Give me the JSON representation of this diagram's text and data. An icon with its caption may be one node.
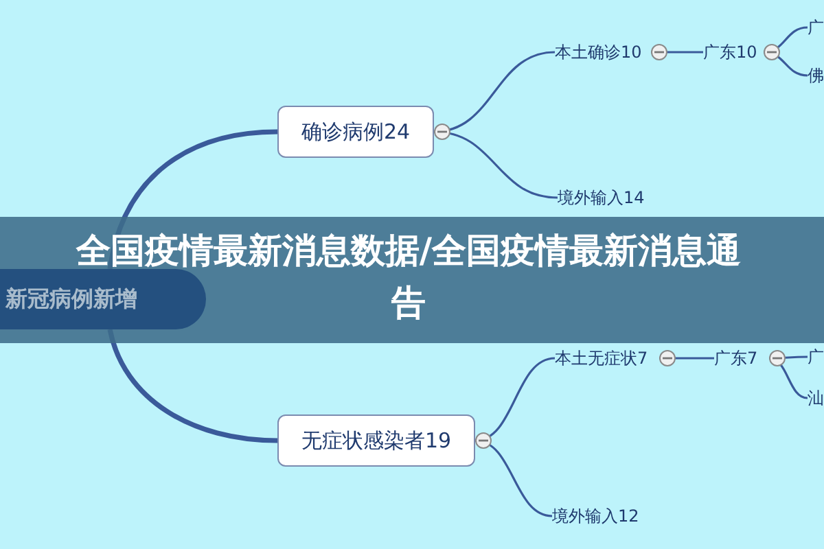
{
  "diagram": {
    "title": "全国疫情最新消息数据/全国疫情最新消息通告",
    "nodes": [
      {
        "text": [
          "新冠病例新增"
        ]
      },
      {
        "text": [
          "确诊病例24"
        ]
      },
      {
        "text": [
          "本土确诊10"
        ]
      },
      {
        "text": [
          "广东10"
        ]
      },
      {
        "text": [
          "广"
        ]
      },
      {
        "text": [
          "佛"
        ]
      },
      {
        "text": [
          "境外输入14"
        ]
      },
      {
        "text": [
          "无症状感染者19"
        ]
      },
      {
        "text": [
          "本土无症状7"
        ]
      },
      {
        "text": [
          "广东7"
        ]
      },
      {
        "text": [
          "广"
        ]
      },
      {
        "text": [
          "汕"
        ]
      },
      {
        "text": [
          "境外输入12"
        ]
      }
    ],
    "edges": [
      {
        "from": 0,
        "to": 1,
        "arrow": "none",
        "style": "thick"
      },
      {
        "from": 0,
        "to": 7,
        "arrow": "none",
        "style": "thick"
      },
      {
        "from": 1,
        "to": 2,
        "arrow": "none"
      },
      {
        "from": 1,
        "to": 6,
        "arrow": "none"
      },
      {
        "from": 2,
        "to": 3,
        "arrow": "none"
      },
      {
        "from": 3,
        "to": 4,
        "arrow": "none"
      },
      {
        "from": 3,
        "to": 5,
        "arrow": "none"
      },
      {
        "from": 7,
        "to": 8,
        "arrow": "none"
      },
      {
        "from": 7,
        "to": 12,
        "arrow": "none"
      },
      {
        "from": 8,
        "to": 9,
        "arrow": "none"
      },
      {
        "from": 9,
        "to": 10,
        "arrow": "none"
      },
      {
        "from": 9,
        "to": 11,
        "arrow": "none"
      }
    ]
  }
}
